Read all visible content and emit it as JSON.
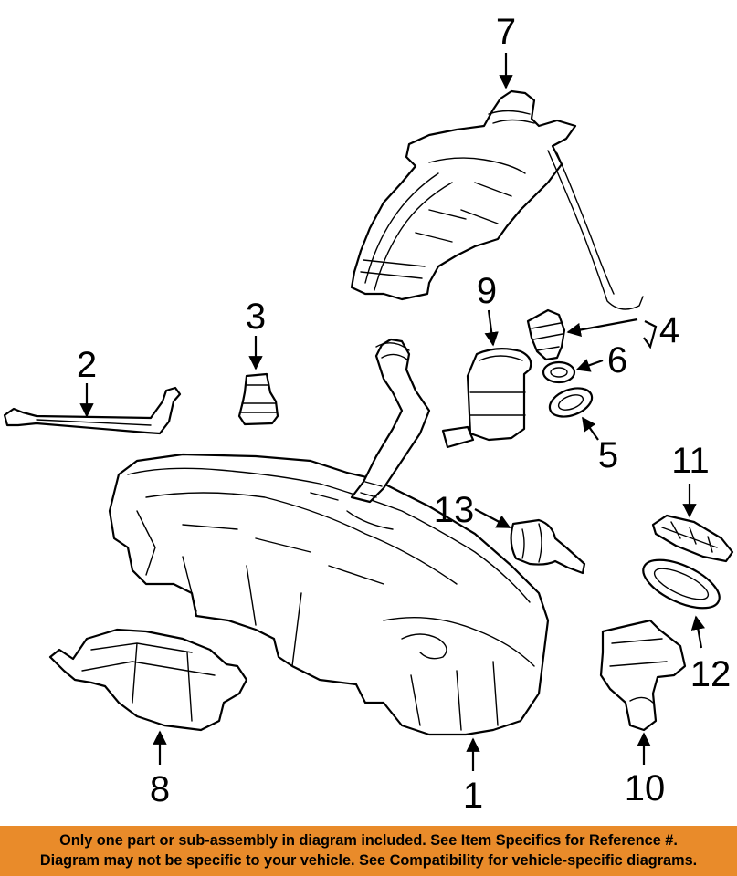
{
  "callouts": {
    "c1": "1",
    "c2": "2",
    "c3": "3",
    "c4": "4",
    "c5": "5",
    "c6": "6",
    "c7": "7",
    "c8": "8",
    "c9": "9",
    "c10": "10",
    "c11": "11",
    "c12": "12",
    "c13": "13"
  },
  "notice": {
    "line1": "Only one part or sub-assembly in diagram included. See Item Specifics for Reference #.",
    "line2": "Diagram may not be specific to your vehicle. See Compatibility for vehicle-specific diagrams."
  },
  "colors": {
    "banner_background": "#e98b2a",
    "linework": "#000000",
    "background": "#ffffff"
  }
}
